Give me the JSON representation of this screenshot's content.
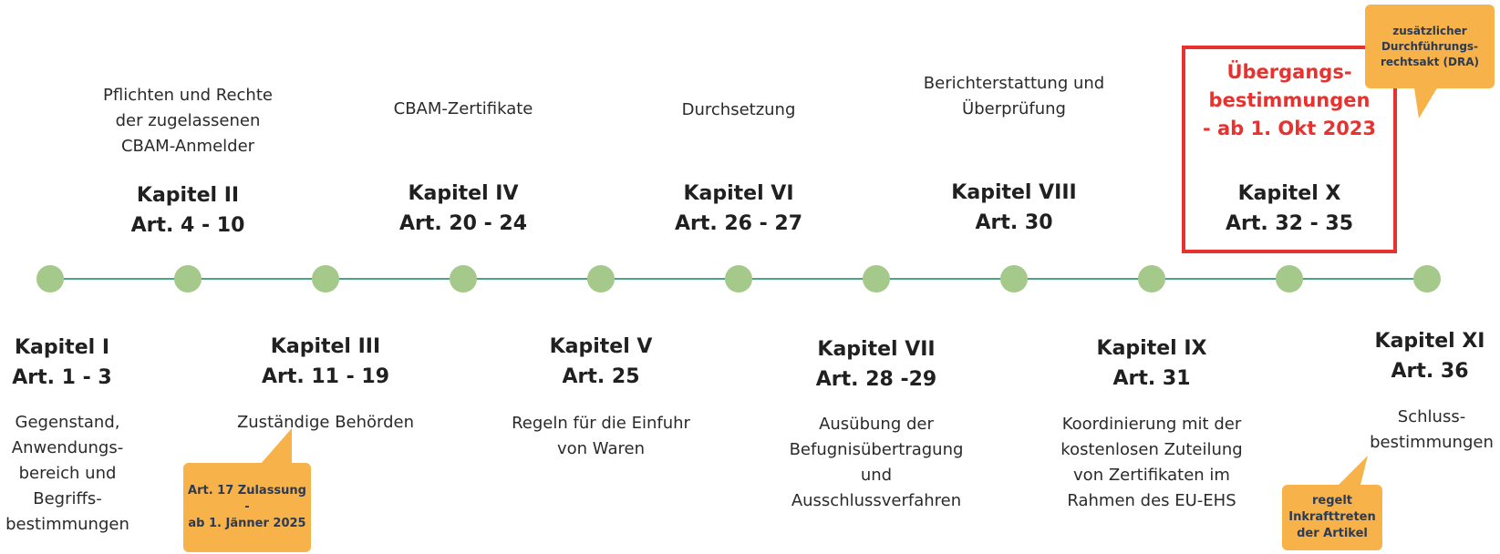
{
  "chapters": [
    {
      "title": "Kapitel I",
      "articles": "Art. 1 - 3",
      "desc": [
        "Gegenstand,",
        "Anwendungs-",
        "bereich und",
        "Begriffs-",
        "bestimmungen"
      ]
    },
    {
      "title": "Kapitel II",
      "articles": "Art. 4 - 10",
      "desc": [
        "Pflichten und Rechte",
        "der zugelassenen",
        "CBAM-Anmelder"
      ]
    },
    {
      "title": "Kapitel III",
      "articles": "Art. 11 - 19",
      "desc": [
        "Zuständige Behörden"
      ]
    },
    {
      "title": "Kapitel IV",
      "articles": "Art. 20 - 24",
      "desc": [
        "CBAM-Zertifikate"
      ]
    },
    {
      "title": "Kapitel V",
      "articles": "Art. 25",
      "desc": [
        "Regeln für die Einfuhr",
        "von Waren"
      ]
    },
    {
      "title": "Kapitel VI",
      "articles": "Art. 26 - 27",
      "desc": [
        "Durchsetzung"
      ]
    },
    {
      "title": "Kapitel VII",
      "articles": "Art. 28 -29",
      "desc": [
        "Ausübung der",
        "Befugnisübertragung",
        "und",
        "Ausschlussverfahren"
      ]
    },
    {
      "title": "Kapitel VIII",
      "articles": "Art. 30",
      "desc": [
        "Berichterstattung und",
        "Überprüfung"
      ]
    },
    {
      "title": "Kapitel IX",
      "articles": "Art. 31",
      "desc": [
        "Koordinierung mit der",
        "kostenlosen Zuteilung",
        "von Zertifikaten im",
        "Rahmen des EU-EHS"
      ]
    },
    {
      "title": "Kapitel X",
      "articles": "Art. 32 - 35",
      "desc": []
    },
    {
      "title": "Kapitel XI",
      "articles": "Art. 36",
      "desc": [
        "Schluss-",
        "bestimmungen"
      ]
    }
  ],
  "highlight": {
    "lines": [
      "Übergangs-",
      "bestimmungen",
      "- ab 1. Okt 2023"
    ]
  },
  "callouts": {
    "dra": [
      "zusätzlicher",
      "Durchführungs-",
      "rechtsakt (DRA)"
    ],
    "art17": [
      "Art. 17 Zulassung -",
      "ab 1. Jänner 2025"
    ],
    "inkraft": [
      "regelt",
      "Inkrafttreten",
      "der Artikel"
    ]
  },
  "colors": {
    "line": "#4fa38a",
    "node": "#a5c98a",
    "highlight": "#e8322f",
    "callout": "#f7b24a",
    "callout_text": "#2b3a55"
  }
}
